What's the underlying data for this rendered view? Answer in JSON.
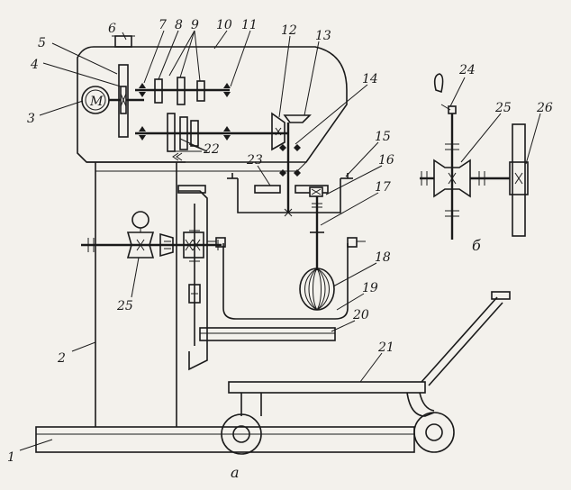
{
  "labels": {
    "l1": "1",
    "l2": "2",
    "l3": "3",
    "l4": "4",
    "l5": "5",
    "l6": "6",
    "l7": "7",
    "l8": "8",
    "l9": "9",
    "l10": "10",
    "l11": "11",
    "l12": "12",
    "l13": "13",
    "l14": "14",
    "l15": "15",
    "l16": "16",
    "l17": "17",
    "l18": "18",
    "l19": "19",
    "l20": "20",
    "l21": "21",
    "l22": "22",
    "l23": "23",
    "l24": "24",
    "l25a": "25",
    "l25b": "25",
    "l26": "26"
  },
  "motor_symbol": "M",
  "captions": {
    "a": "а",
    "b": "б"
  }
}
